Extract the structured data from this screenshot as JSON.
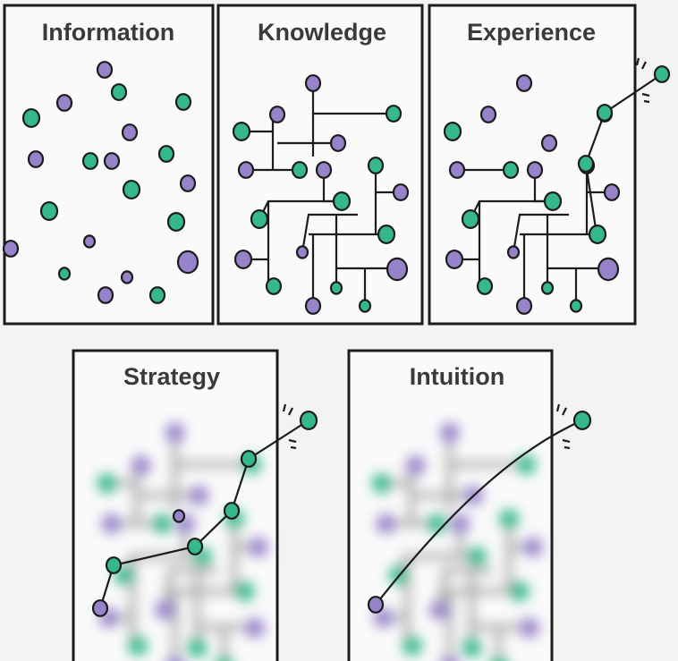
{
  "panels": [
    {
      "title": "Information"
    },
    {
      "title": "Knowledge"
    },
    {
      "title": "Experience"
    },
    {
      "title": "Strategy"
    },
    {
      "title": "Intuition"
    }
  ],
  "colors": {
    "green": "#35b98c",
    "purple": "#9683c9",
    "outline": "#1c1c1c"
  }
}
